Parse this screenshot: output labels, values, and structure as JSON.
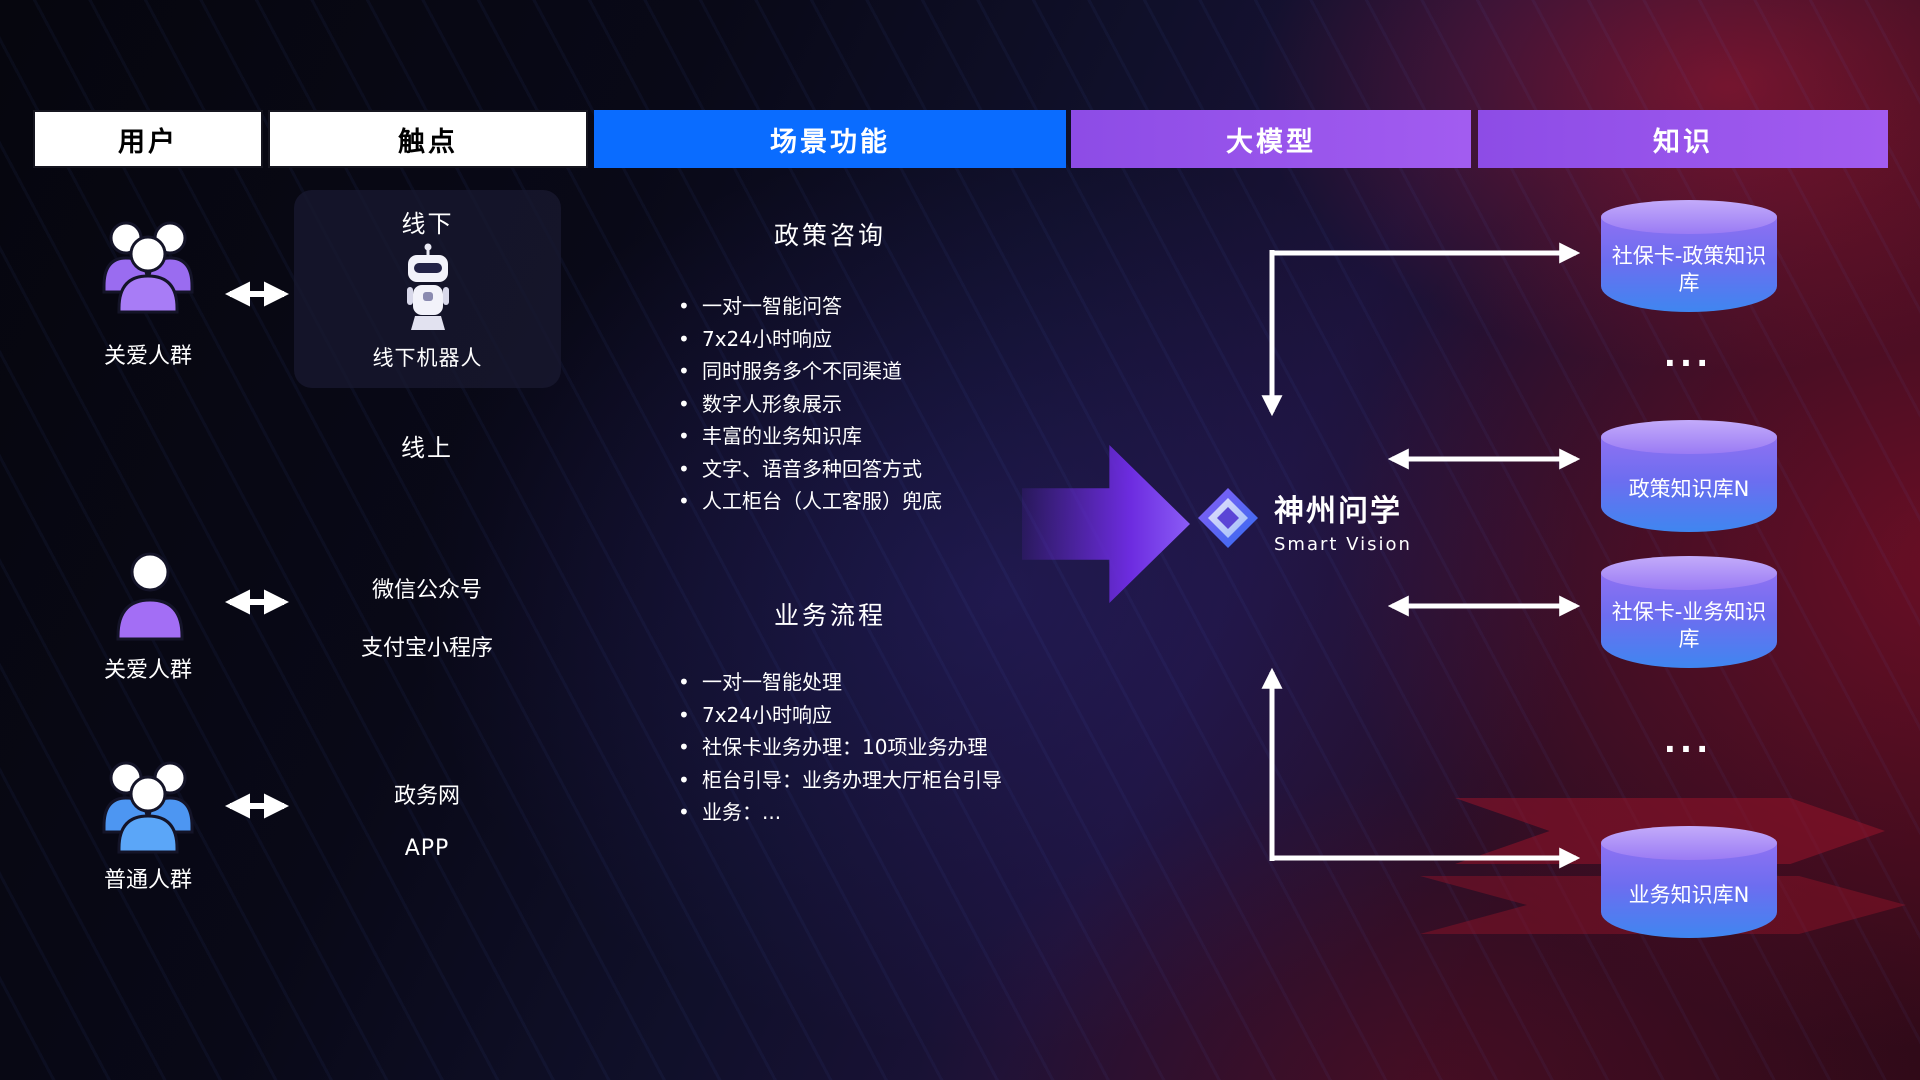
{
  "header": {
    "columns": [
      {
        "label": "用户",
        "bg": "#ffffff",
        "color": "#000000"
      },
      {
        "label": "触点",
        "bg": "#ffffff",
        "color": "#000000"
      },
      {
        "label": "场景功能",
        "bg": "#0a6cff",
        "color": "#ffffff"
      },
      {
        "label": "大模型",
        "bg": "#9a55ec",
        "color": "#ffffff"
      },
      {
        "label": "知识",
        "bg": "#9a55ec",
        "color": "#ffffff"
      }
    ]
  },
  "users": [
    {
      "label": "关爱人群",
      "icon": "group-people-purple-icon"
    },
    {
      "label": "关爱人群",
      "icon": "single-person-purple-icon"
    },
    {
      "label": "普通人群",
      "icon": "group-people-blue-icon"
    }
  ],
  "touchpoints": {
    "offline_card": {
      "title": "线下",
      "robot_label": "线下机器人"
    },
    "online_label": "线上",
    "items": [
      "微信公众号",
      "支付宝小程序",
      "政务网",
      "APP"
    ]
  },
  "scenes": [
    {
      "title": "政策咨询",
      "bullets": [
        "一对一智能问答",
        "7x24小时响应",
        "同时服务多个不同渠道",
        "数字人形象展示",
        "丰富的业务知识库",
        "文字、语音多种回答方式",
        "人工柜台（人工客服）兜底"
      ]
    },
    {
      "title": "业务流程",
      "bullets": [
        "一对一智能处理",
        "7x24小时响应",
        "社保卡业务办理：10项业务办理",
        "柜台引导：业务办理大厅柜台引导",
        "业务：..."
      ]
    }
  ],
  "model": {
    "name": "神州问学",
    "subtitle": "Smart Vision"
  },
  "knowledge": {
    "databases": [
      {
        "label": "社保卡-政策知识库"
      },
      {
        "label": "政策知识库N"
      },
      {
        "label": "社保卡-业务知识库"
      },
      {
        "label": "业务知识库N"
      }
    ],
    "ellipsis": "..."
  },
  "colors": {
    "header_blue": "#0a6cff",
    "header_purple": "#9a55ec",
    "icon_purple": "#a678f2",
    "icon_blue": "#58a0f4",
    "cylinder_top": "#b79cf8",
    "cylinder_bottom": "#3f86f0",
    "arrow_white": "#ffffff",
    "big_arrow_purple": "#7c3aed"
  }
}
